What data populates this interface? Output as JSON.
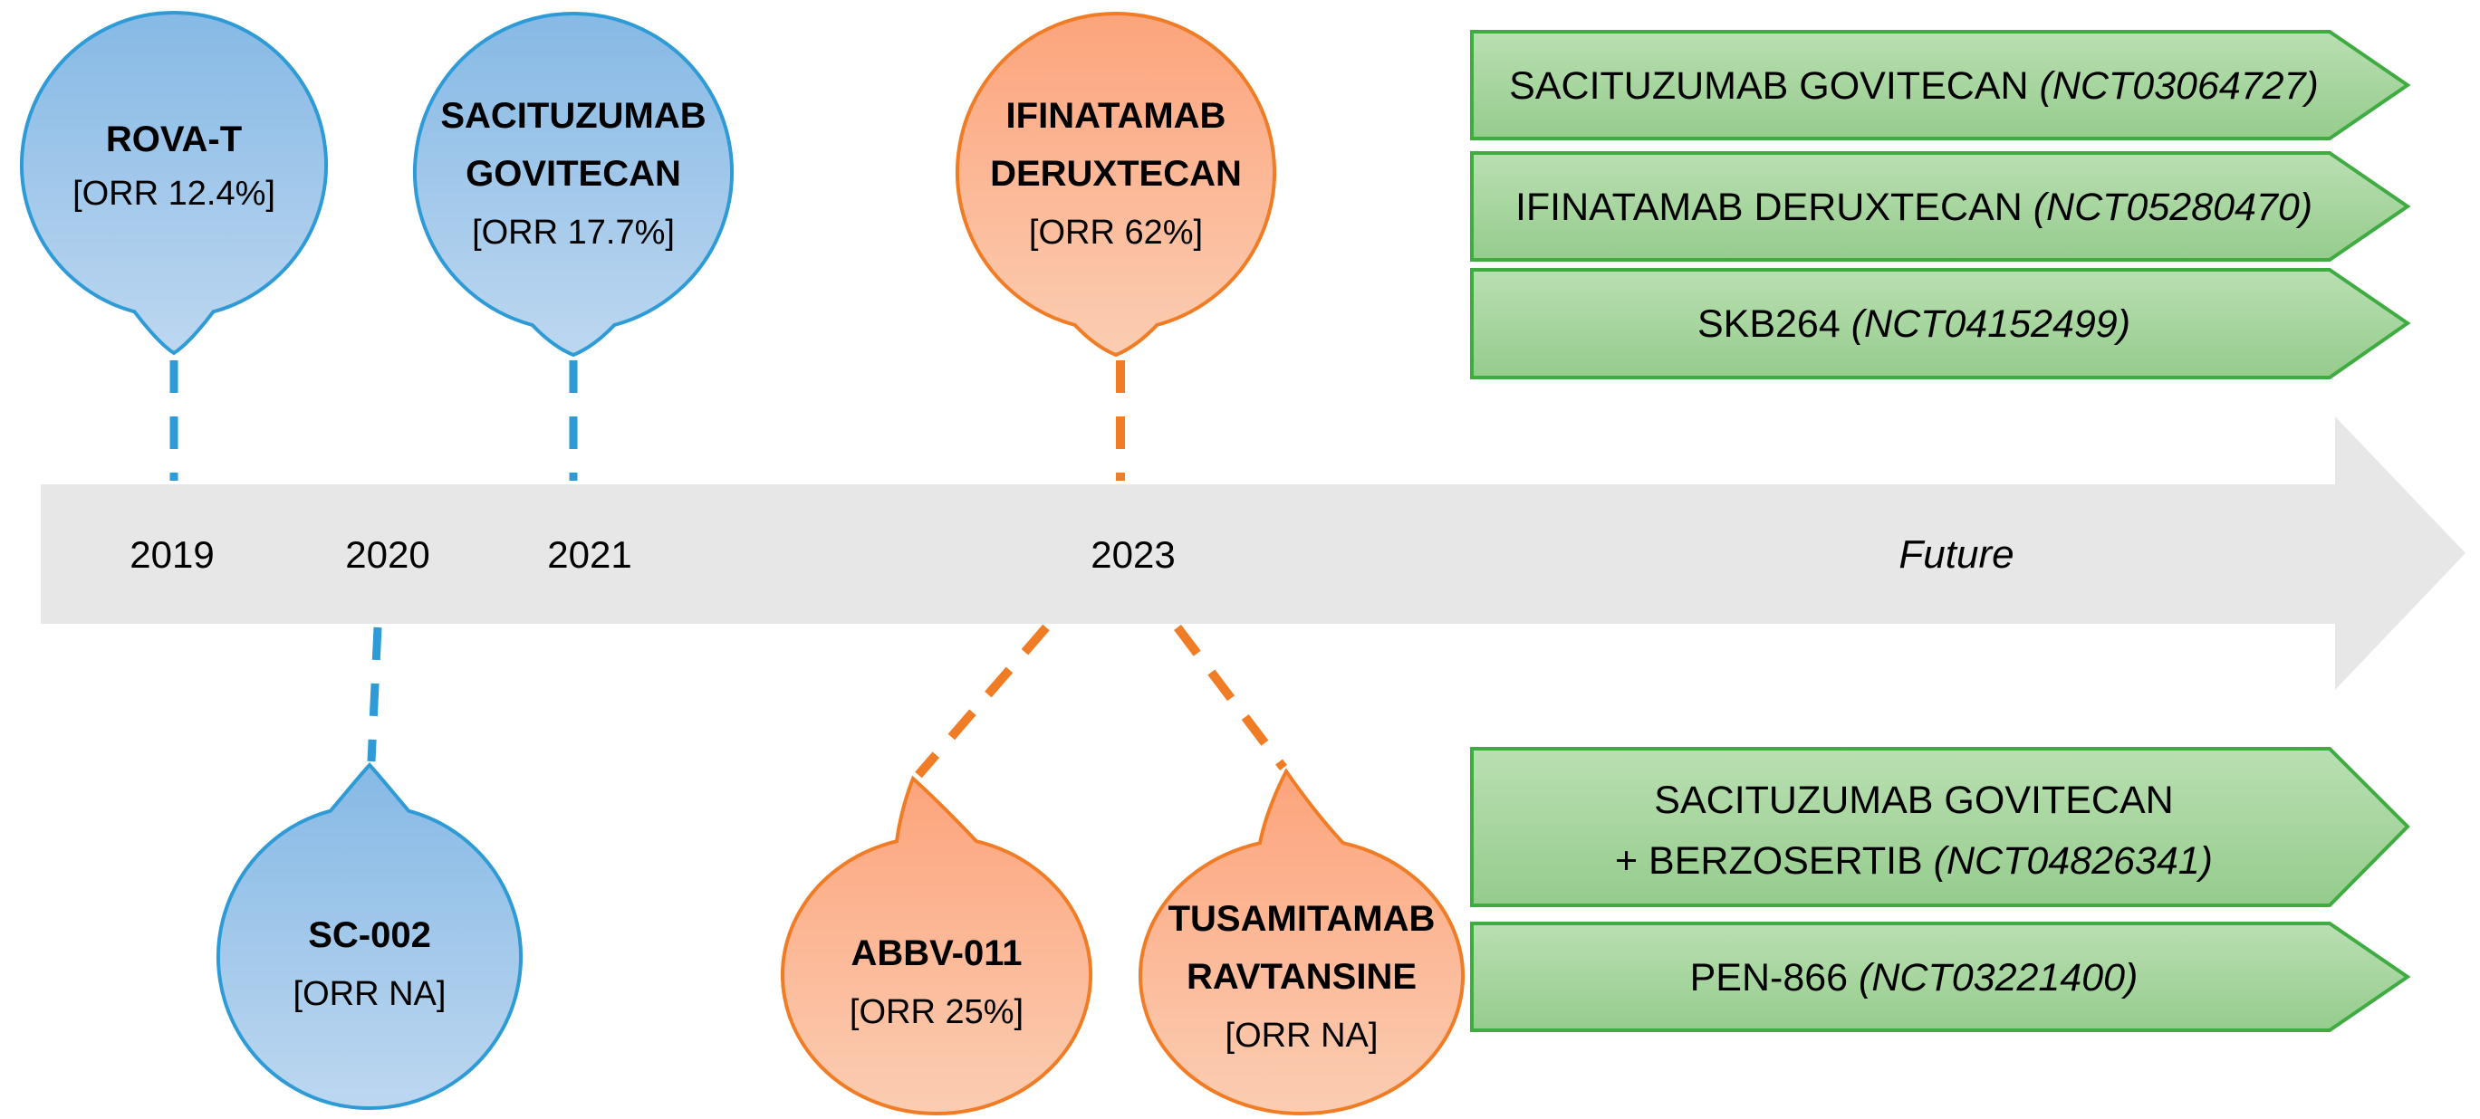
{
  "colors": {
    "blue_top": "#86B9E5",
    "blue_bottom": "#BDD7F0",
    "blue_stroke": "#2E9BD6",
    "orange_top": "#FCA47C",
    "orange_bottom": "#FBCDB2",
    "orange_stroke": "#F07D26",
    "green_top": "#BADFB2",
    "green_bottom": "#95CC8D",
    "green_stroke": "#3EAC40",
    "band": "#E7E7E7",
    "text": "#000000"
  },
  "timeline": {
    "years": {
      "y2019": "2019",
      "y2020": "2020",
      "y2021": "2021",
      "y2023": "2023"
    },
    "future": "Future"
  },
  "balloons": {
    "rova": {
      "line1": "ROVA-T",
      "orr": "[ORR 12.4%]"
    },
    "sacituzumab": {
      "line1": "SACITUZUMAB",
      "line2": "GOVITECAN",
      "orr": "[ORR 17.7%]"
    },
    "ifinatamab": {
      "line1": "IFINATAMAB",
      "line2": "DERUXTECAN",
      "orr": "[ORR 62%]"
    },
    "sc002": {
      "line1": "SC-002",
      "orr": "[ORR NA]"
    },
    "abbv": {
      "line1": "ABBV-011",
      "orr": "[ORR 25%]"
    },
    "tusamitamab": {
      "line1": "TUSAMITAMAB",
      "line2": "RAVTANSINE",
      "orr": "[ORR NA]"
    }
  },
  "banners": {
    "top1": {
      "text": "SACITUZUMAB GOVITECAN ",
      "nct": "(NCT03064727)"
    },
    "top2": {
      "text": "IFINATAMAB DERUXTECAN ",
      "nct": "(NCT05280470)"
    },
    "top3": {
      "text": "SKB264 ",
      "nct": "(NCT04152499)"
    },
    "bottom1": {
      "line1": "SACITUZUMAB GOVITECAN",
      "line2": "+ BERZOSERTIB ",
      "nct": "(NCT04826341)"
    },
    "bottom2": {
      "text": "PEN-866 ",
      "nct": "(NCT03221400)"
    }
  }
}
